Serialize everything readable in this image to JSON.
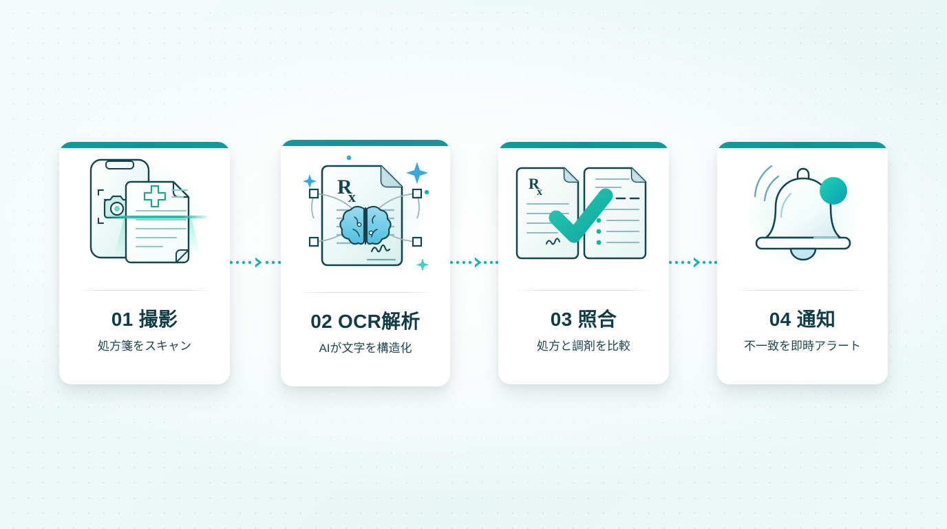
{
  "theme": {
    "accent": "#0f9a9a",
    "accent_bright": "#17c6a8",
    "title_color": "#123c45",
    "subtitle_color": "#1d4550",
    "background": "#eef8f8",
    "card_background": "#ffffff",
    "divider_color": "#d3dde1",
    "brain_blue": "#6fc7e8",
    "notification_dot": "#12c2a3"
  },
  "flow": {
    "steps": [
      {
        "number": "01",
        "title": "01 撮影",
        "subtitle": "処方箋をスキャン",
        "icon": "phone-camera-document-scan-icon"
      },
      {
        "number": "02",
        "title": "02 OCR解析",
        "subtitle": "AIが文字を構造化",
        "icon": "rx-document-brain-ai-icon"
      },
      {
        "number": "03",
        "title": "03 照合",
        "subtitle": "処方と調剤を比較",
        "icon": "two-documents-checkmark-icon"
      },
      {
        "number": "04",
        "title": "04 通知",
        "subtitle": "不一致を即時アラート",
        "icon": "bell-alert-icon"
      }
    ],
    "connectors": [
      {
        "icon": "dotted-arrow-right-icon"
      },
      {
        "icon": "dotted-arrow-right-icon"
      },
      {
        "icon": "dotted-arrow-right-icon"
      }
    ]
  },
  "icon_labels": {
    "rx_symbol": "Rx",
    "dot_grid": "background-dot-grid"
  }
}
